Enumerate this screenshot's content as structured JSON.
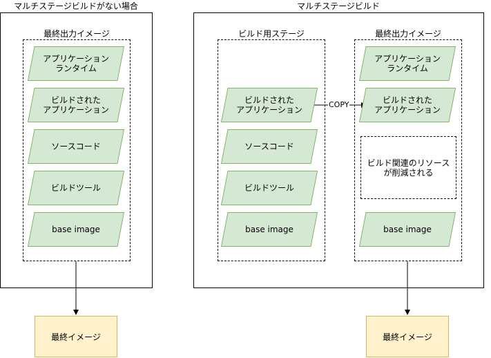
{
  "left": {
    "title": "マルチステージビルドがない場合",
    "group_label": "最終出力イメージ",
    "layers": [
      "アプリケーション\nランタイム",
      "ビルドされた\nアプリケーション",
      "ソースコード",
      "ビルドツール",
      "base image"
    ],
    "final_label": "最終イメージ"
  },
  "right": {
    "title": "マルチステージビルド",
    "build_stage_label": "ビルド用ステージ",
    "build_layers": [
      "ビルドされた\nアプリケーション",
      "ソースコード",
      "ビルドツール",
      "base image"
    ],
    "output_label": "最終出力イメージ",
    "output_layers": [
      "アプリケーション\nランタイム",
      "ビルドされた\nアプリケーション",
      "base image"
    ],
    "note": "ビルド関連のリソース\nが削減される",
    "copy_label": "COPY",
    "final_label": "最終イメージ"
  },
  "colors": {
    "layer_fill": "#d5e8d4",
    "layer_stroke": "#82b366",
    "final_fill": "#fff2cc",
    "final_stroke": "#d6b656"
  }
}
